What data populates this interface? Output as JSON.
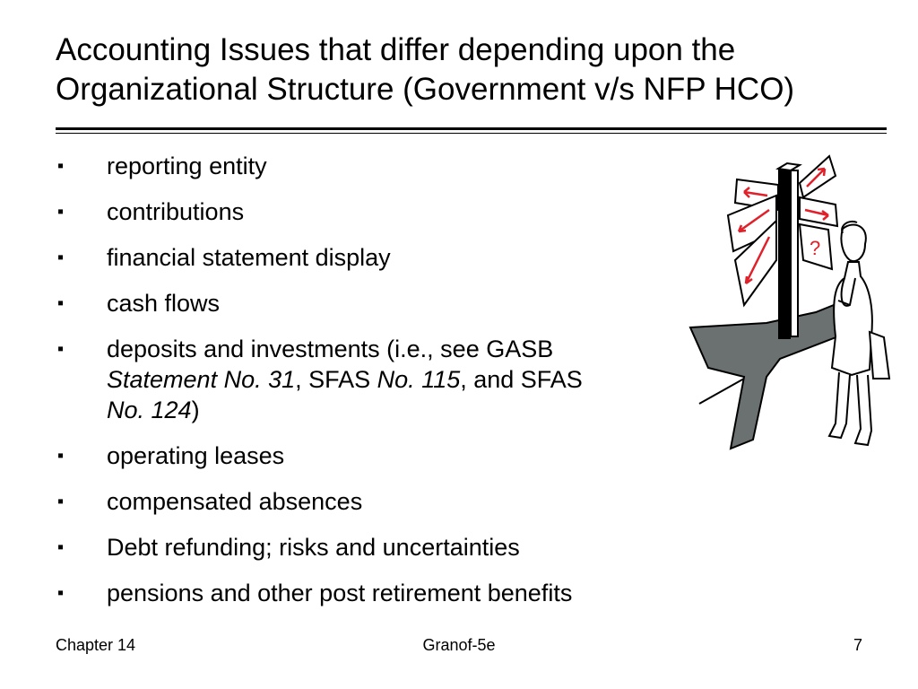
{
  "slide": {
    "title": "Accounting Issues that differ depending upon the Organizational Structure (Government v/s NFP HCO)",
    "bullet_marker": "▪",
    "bullets": [
      {
        "text": "reporting entity"
      },
      {
        "text": "contributions"
      },
      {
        "text": "financial statement display"
      },
      {
        "text": "cash flows"
      },
      {
        "part1": "deposits and investments (i.e., see GASB ",
        "part2": "Statement No. 31",
        "part3": ", SFAS ",
        "part4": "No. 115",
        "part5": ", and SFAS ",
        "part6": "No. 124",
        "part7": ")"
      },
      {
        "text": "operating leases"
      },
      {
        "text": "compensated absences"
      },
      {
        "text": "Debt refunding; risks and uncertainties"
      },
      {
        "text": "pensions and other post retirement benefits"
      }
    ]
  },
  "footer": {
    "left": "Chapter 14",
    "center": "Granof-5e",
    "right": "7"
  },
  "clipart": {
    "icon": "signpost-confused-person-icon",
    "sign_question_mark": "?",
    "shadow_color": "#6b7070",
    "arrow_color": "#e0202a"
  }
}
